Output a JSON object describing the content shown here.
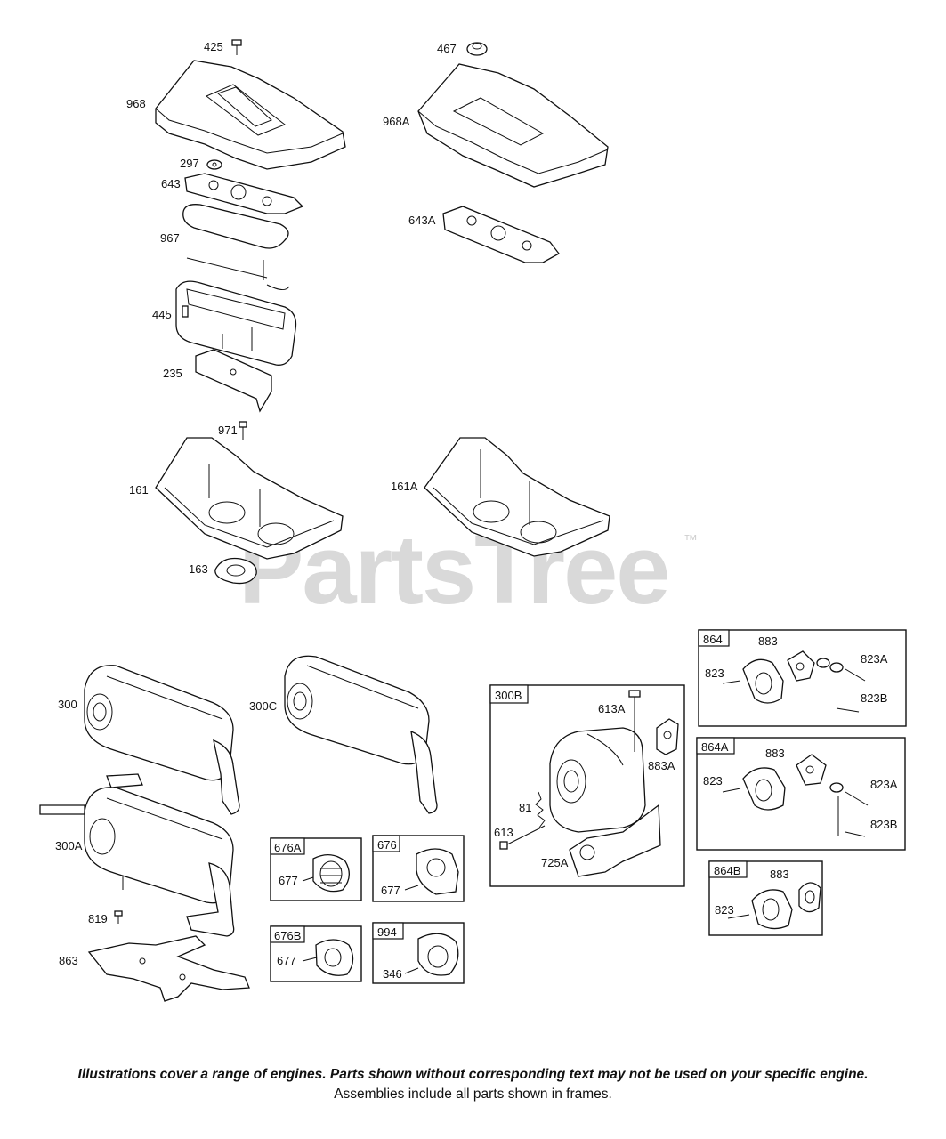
{
  "watermark": {
    "text": "PartsTree",
    "trademark": "™"
  },
  "labels": {
    "l425": "425",
    "l467": "467",
    "l968": "968",
    "l968A": "968A",
    "l297": "297",
    "l643": "643",
    "l643A": "643A",
    "l967": "967",
    "l445": "445",
    "l235": "235",
    "l971": "971",
    "l161": "161",
    "l161A": "161A",
    "l163": "163",
    "l300": "300",
    "l300C": "300C",
    "l300A": "300A",
    "l819": "819",
    "l863": "863",
    "l613A": "613A",
    "l883A": "883A",
    "l81": "81",
    "l613": "613",
    "l725A": "725A",
    "l883_1": "883",
    "l823_1": "823",
    "l823A_1": "823A",
    "l823B_1": "823B",
    "l883_2": "883",
    "l823_2": "823",
    "l823A_2": "823A",
    "l823B_2": "823B",
    "l883_3": "883",
    "l823_3": "823",
    "l677_1": "677",
    "l677_2": "677",
    "l677_3": "677",
    "l346": "346"
  },
  "frames": {
    "f300B": "300B",
    "f864": "864",
    "f864A": "864A",
    "f864B": "864B",
    "f676A": "676A",
    "f676": "676",
    "f676B": "676B",
    "f994": "994"
  },
  "footer": {
    "note1": "Illustrations cover a range of engines. Parts shown without corresponding text may not be used on your specific engine.",
    "note2": "Assemblies include all parts shown in frames."
  }
}
